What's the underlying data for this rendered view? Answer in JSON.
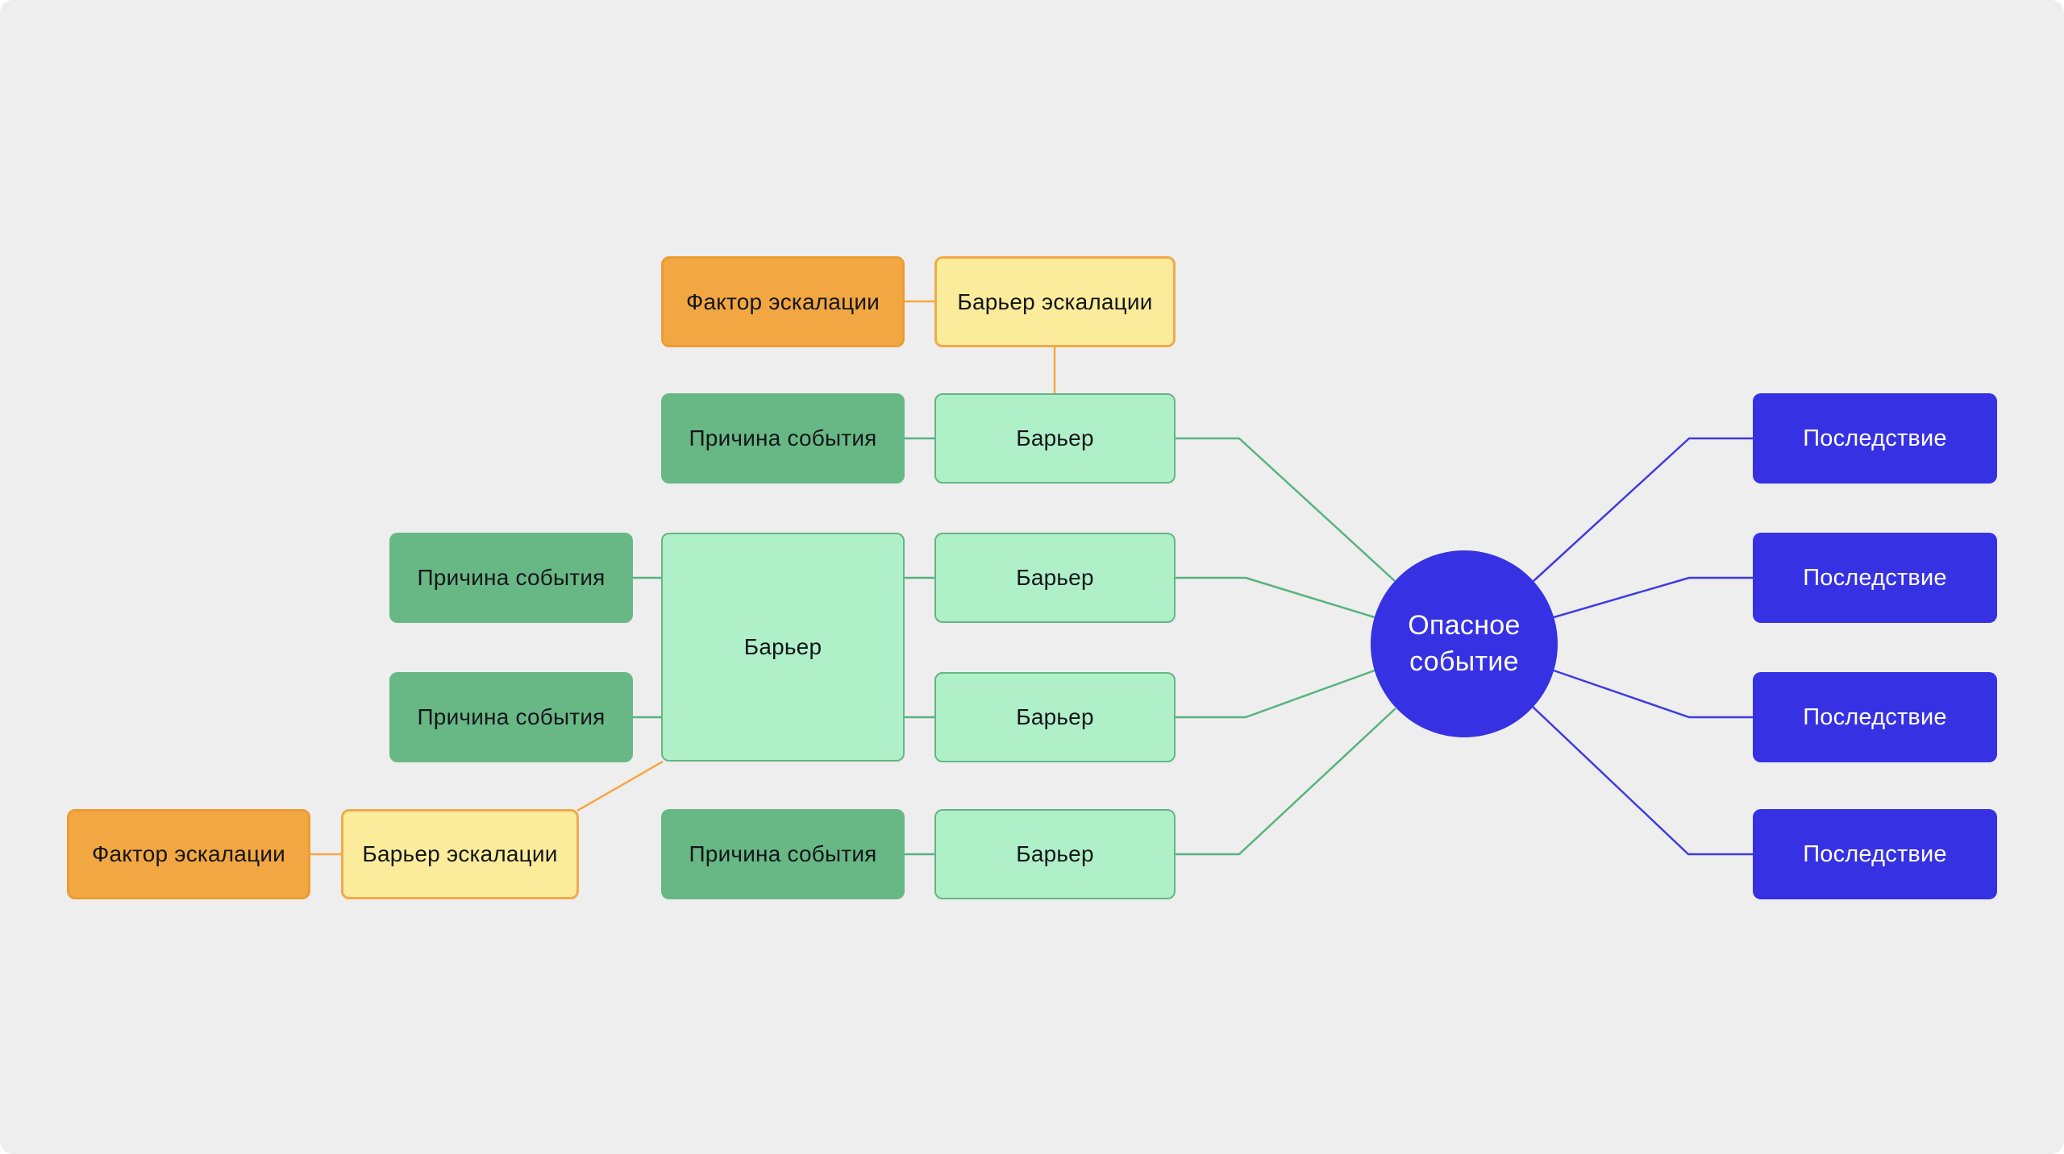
{
  "diagram": {
    "type": "bowtie-risk-diagram",
    "colors": {
      "page_bg": "#FFFFFF",
      "canvas_bg": "#EEEEEE",
      "orange_fill": "#F2A742",
      "orange_border": "#EC9C33",
      "yellow_fill": "#FBEC9B",
      "yellow_border": "#F2A94B",
      "green_fill": "#68B885",
      "lightgreen_fill": "#AFF0C8",
      "lightgreen_border": "#66B584",
      "blue_fill": "#3632E4",
      "wire_orange": "#F5A841",
      "wire_green": "#57B37D",
      "wire_blue": "#3E3BE0",
      "text_dark": "#14161A",
      "text_light": "#FFFFFF"
    },
    "nodes": {
      "escalation_factor_top": {
        "label": "Фактор эскалации"
      },
      "escalation_barrier_top": {
        "label": "Барьер эскалации"
      },
      "event_cause_1": {
        "label": "Причина события"
      },
      "barrier_1": {
        "label": "Барьер"
      },
      "event_cause_2": {
        "label": "Причина события"
      },
      "event_cause_3": {
        "label": "Причина события"
      },
      "barrier_main": {
        "label": "Барьер"
      },
      "barrier_2": {
        "label": "Барьер"
      },
      "barrier_3": {
        "label": "Барьер"
      },
      "escalation_factor_bottom": {
        "label": "Фактор эскалации"
      },
      "escalation_barrier_bottom": {
        "label": "Барьер эскалации"
      },
      "event_cause_4": {
        "label": "Причина события"
      },
      "barrier_4": {
        "label": "Барьер"
      },
      "hazard_event": {
        "label_line1": "Опасное",
        "label_line2": "событие"
      },
      "consequence_1": {
        "label": "Последствие"
      },
      "consequence_2": {
        "label": "Последствие"
      },
      "consequence_3": {
        "label": "Последствие"
      },
      "consequence_4": {
        "label": "Последствие"
      }
    }
  }
}
